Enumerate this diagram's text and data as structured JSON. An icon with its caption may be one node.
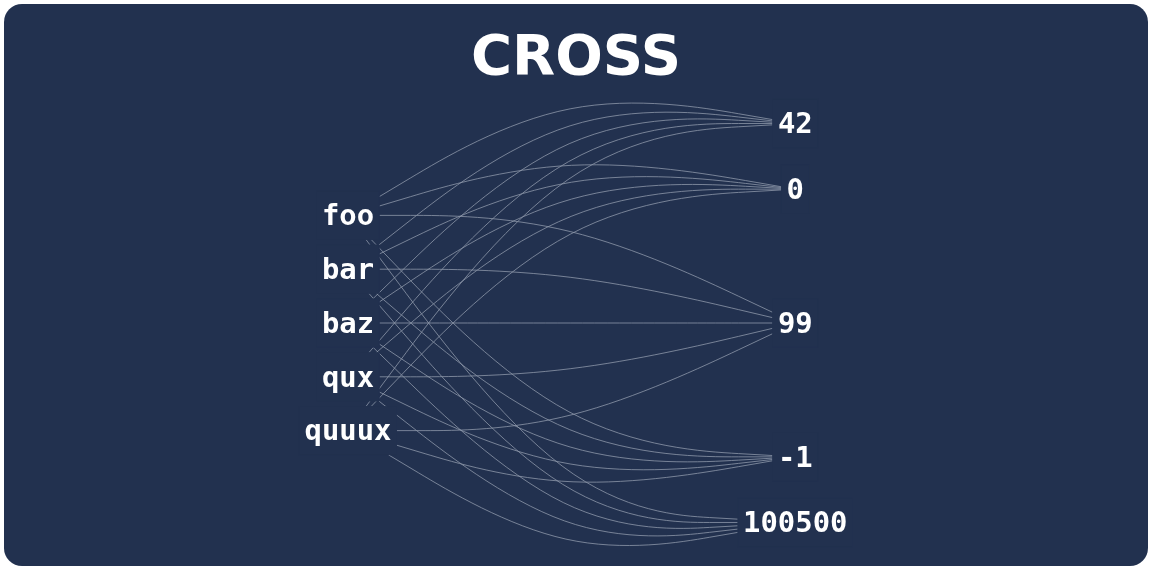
{
  "diagram": {
    "title": "CROSS",
    "nodes": [
      {
        "text": [
          "foo"
        ]
      },
      {
        "text": [
          "bar"
        ]
      },
      {
        "text": [
          "baz"
        ]
      },
      {
        "text": [
          "qux"
        ]
      },
      {
        "text": [
          "quuux"
        ]
      },
      {
        "text": [
          "42"
        ]
      },
      {
        "text": [
          "0"
        ]
      },
      {
        "text": [
          "99"
        ]
      },
      {
        "text": [
          "-1"
        ]
      },
      {
        "text": [
          "100500"
        ]
      }
    ],
    "edges": [
      {
        "from": 0,
        "to": 5,
        "arrow": "none"
      },
      {
        "from": 0,
        "to": 6,
        "arrow": "none"
      },
      {
        "from": 0,
        "to": 7,
        "arrow": "none"
      },
      {
        "from": 0,
        "to": 8,
        "arrow": "none"
      },
      {
        "from": 0,
        "to": 9,
        "arrow": "none"
      },
      {
        "from": 1,
        "to": 5,
        "arrow": "none"
      },
      {
        "from": 1,
        "to": 6,
        "arrow": "none"
      },
      {
        "from": 1,
        "to": 7,
        "arrow": "none"
      },
      {
        "from": 1,
        "to": 8,
        "arrow": "none"
      },
      {
        "from": 1,
        "to": 9,
        "arrow": "none"
      },
      {
        "from": 2,
        "to": 5,
        "arrow": "none"
      },
      {
        "from": 2,
        "to": 6,
        "arrow": "none"
      },
      {
        "from": 2,
        "to": 7,
        "arrow": "none"
      },
      {
        "from": 2,
        "to": 8,
        "arrow": "none"
      },
      {
        "from": 2,
        "to": 9,
        "arrow": "none"
      },
      {
        "from": 3,
        "to": 5,
        "arrow": "none"
      },
      {
        "from": 3,
        "to": 6,
        "arrow": "none"
      },
      {
        "from": 3,
        "to": 7,
        "arrow": "none"
      },
      {
        "from": 3,
        "to": 8,
        "arrow": "none"
      },
      {
        "from": 3,
        "to": 9,
        "arrow": "none"
      },
      {
        "from": 4,
        "to": 5,
        "arrow": "none"
      },
      {
        "from": 4,
        "to": 6,
        "arrow": "none"
      },
      {
        "from": 4,
        "to": 7,
        "arrow": "none"
      },
      {
        "from": 4,
        "to": 8,
        "arrow": "none"
      },
      {
        "from": 4,
        "to": 9,
        "arrow": "none"
      }
    ]
  }
}
